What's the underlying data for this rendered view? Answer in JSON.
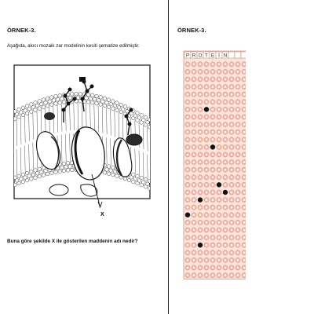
{
  "left": {
    "heading": "ÖRNEK-3.",
    "intro": "Aşağıda, akıcı mozaik zar modelinin kesiti şematize edilmiştir.",
    "figure_label": "X",
    "question": "Buna göre şekilde X ile gösterilen maddenin adı nedir?"
  },
  "right": {
    "heading": "ÖRNEK-3.",
    "answer_grid": {
      "answer": "PROTEIN",
      "letters": [
        "P",
        "R",
        "O",
        "T",
        "E",
        "İ",
        "N",
        "",
        "",
        ""
      ],
      "rows": 29,
      "columns": 10,
      "marked_cells": [
        {
          "column": 3,
          "row": 6
        },
        {
          "column": 4,
          "row": 11
        },
        {
          "column": 5,
          "row": 16
        },
        {
          "column": 2,
          "row": 18
        },
        {
          "column": 6,
          "row": 17
        },
        {
          "column": 0,
          "row": 20
        },
        {
          "column": 2,
          "row": 24
        }
      ],
      "colors": {
        "bubble_fill": "#f4b7a5",
        "bubble_stroke": "#d7826d",
        "mark": "#111111"
      }
    }
  }
}
